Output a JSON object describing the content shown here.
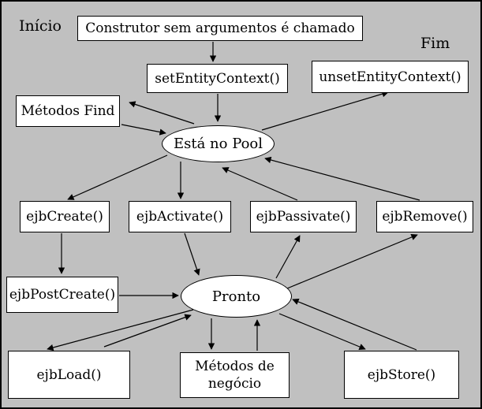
{
  "colors": {
    "background": "#c0c0c0",
    "node_fill": "#ffffff",
    "stroke": "#000000"
  },
  "labels": {
    "start": "Início",
    "end": "Fim"
  },
  "nodes": {
    "construtor": "Construtor sem argumentos é chamado",
    "set_entity_context": "setEntityContext()",
    "unset_entity_context": "unsetEntityContext()",
    "metodos_find": "Métodos Find",
    "esta_no_pool": "Está no Pool",
    "ejb_create": "ejbCreate()",
    "ejb_activate": "ejbActivate()",
    "ejb_passivate": "ejbPassivate()",
    "ejb_remove": "ejbRemove()",
    "ejb_post_create": "ejbPostCreate()",
    "pronto": "Pronto",
    "ejb_load": "ejbLoad()",
    "metodos_negocio": "Métodos de negócio",
    "ejb_store": "ejbStore()"
  },
  "edges": [
    [
      "construtor",
      "set_entity_context"
    ],
    [
      "set_entity_context",
      "esta_no_pool"
    ],
    [
      "esta_no_pool",
      "unset_entity_context"
    ],
    [
      "esta_no_pool",
      "metodos_find"
    ],
    [
      "metodos_find",
      "esta_no_pool"
    ],
    [
      "esta_no_pool",
      "ejb_create"
    ],
    [
      "esta_no_pool",
      "ejb_activate"
    ],
    [
      "ejb_passivate",
      "esta_no_pool"
    ],
    [
      "ejb_remove",
      "esta_no_pool"
    ],
    [
      "ejb_create",
      "ejb_post_create"
    ],
    [
      "ejb_post_create",
      "pronto"
    ],
    [
      "ejb_activate",
      "pronto"
    ],
    [
      "pronto",
      "ejb_passivate"
    ],
    [
      "pronto",
      "ejb_remove"
    ],
    [
      "pronto",
      "ejb_load"
    ],
    [
      "ejb_load",
      "pronto"
    ],
    [
      "pronto",
      "metodos_negocio"
    ],
    [
      "metodos_negocio",
      "pronto"
    ],
    [
      "pronto",
      "ejb_store"
    ],
    [
      "ejb_store",
      "pronto"
    ]
  ]
}
